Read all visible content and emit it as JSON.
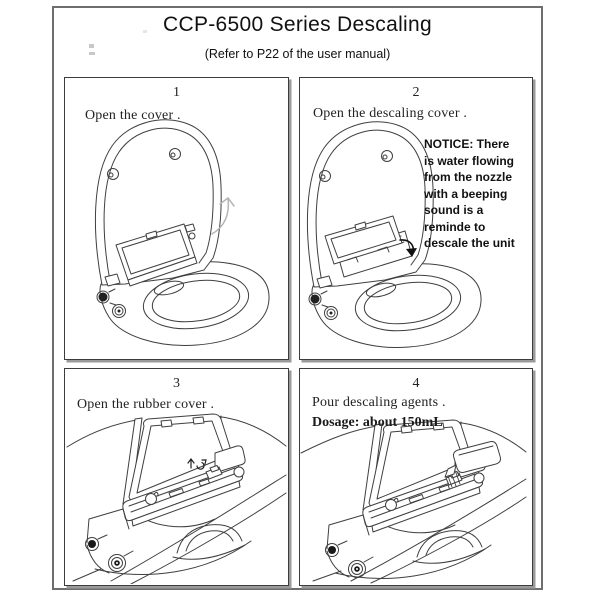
{
  "header": {
    "title": "CCP-6500 Series Descaling",
    "subtitle": "(Refer to P22 of the user manual)"
  },
  "panels": [
    {
      "number": "1",
      "caption": "Open the cover .",
      "illustration": "bidet-seat-lid-open-with-gray-up-arrow"
    },
    {
      "number": "2",
      "caption": "Open the descaling cover .",
      "notice": "NOTICE: There\nis water flowing\nfrom the nozzle\nwith a beeping\nsound is a\nreminde to\ndescale the unit",
      "illustration": "bidet-seat-descaling-cover-open-with-black-arrow"
    },
    {
      "number": "3",
      "caption": "Open the rubber cover .",
      "illustration": "closeup-compartment-rubber-cover-open"
    },
    {
      "number": "4",
      "caption": "Pour descaling agents .",
      "dosage": "Dosage: about 150mL",
      "illustration": "closeup-pouring-descaling-agent-bottle"
    }
  ],
  "colors": {
    "line": "#3f3f3f",
    "arrow_gray": "#b5b5b5",
    "arrow_black": "#111111",
    "panel_border": "#3c3c3c",
    "panel_shadow": "#9a9a9a",
    "outer_border": "#6e6e6e",
    "paper": "#ffffff",
    "text": "#111111"
  }
}
